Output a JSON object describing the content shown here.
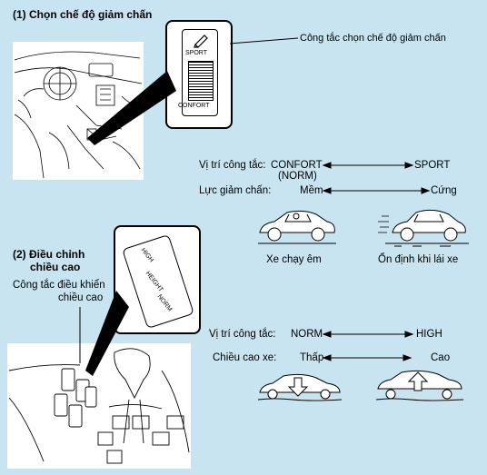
{
  "section1": {
    "heading": "(1) Chọn chế độ giảm chấn",
    "switch_callout_label": "Công tắc chọn chế độ giảm chấn",
    "switch_top_label": "SPORT",
    "switch_bottom_label": "CONFORT",
    "switch_position_label": "Vị trí công tắc:",
    "switch_position_left": "CONFORT",
    "switch_position_left_sub": "(NORM)",
    "switch_position_right": "SPORT",
    "damping_label": "Lực giảm chấn:",
    "damping_left": "Mềm",
    "damping_right": "Cứng",
    "caption_left": "Xe chạy êm",
    "caption_right": "Ổn định khi lái xe"
  },
  "section2": {
    "heading_line1": "(2) Điều chỉnh",
    "heading_line2": "chiều cao",
    "switch_label_line1": "Công tắc điều khiển",
    "switch_label_line2": "chiều cao",
    "switch_high": "HIGH",
    "switch_height": "HEIGHT",
    "switch_norm": "NORM",
    "position_label": "Vị trí công tắc:",
    "position_left": "NORM",
    "position_right": "HIGH",
    "height_label": "Chiều cao xe:",
    "height_left": "Thấp",
    "height_right": "Cao"
  },
  "colors": {
    "background": "#c8e4f0",
    "line": "#000000",
    "panel": "#ffffff"
  }
}
